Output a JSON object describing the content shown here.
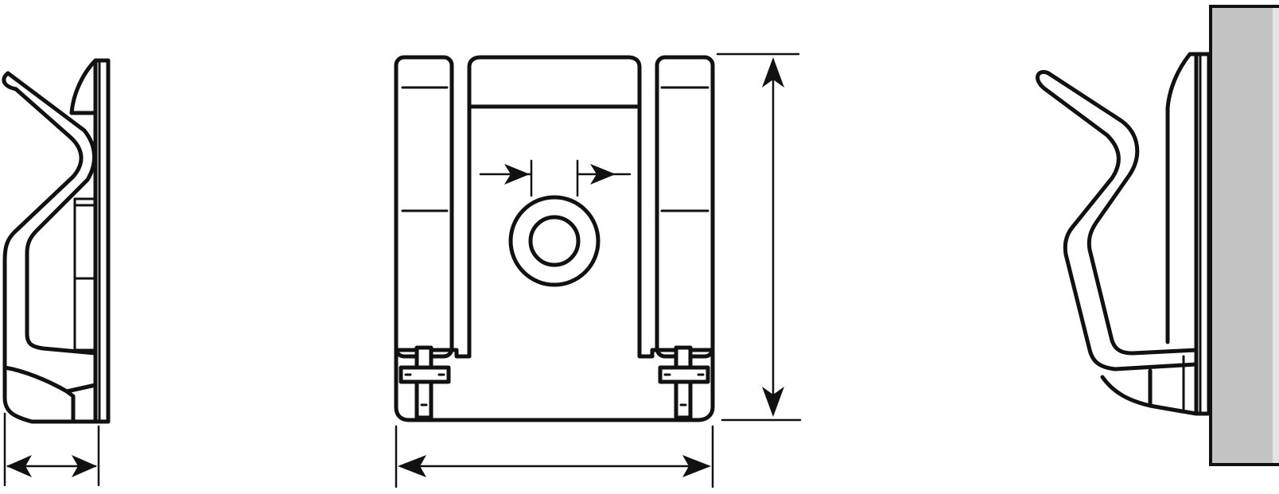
{
  "figure": {
    "views": [
      "side-view-left",
      "front-view",
      "side-view-right-installed"
    ],
    "colors": {
      "line": "#111111",
      "background": "#ffffff",
      "panel_fill": "#c4c4c4",
      "panel_edge": "#e4e4e4"
    },
    "dimensions": [
      "thickness",
      "width",
      "height",
      "hole-offset"
    ]
  }
}
